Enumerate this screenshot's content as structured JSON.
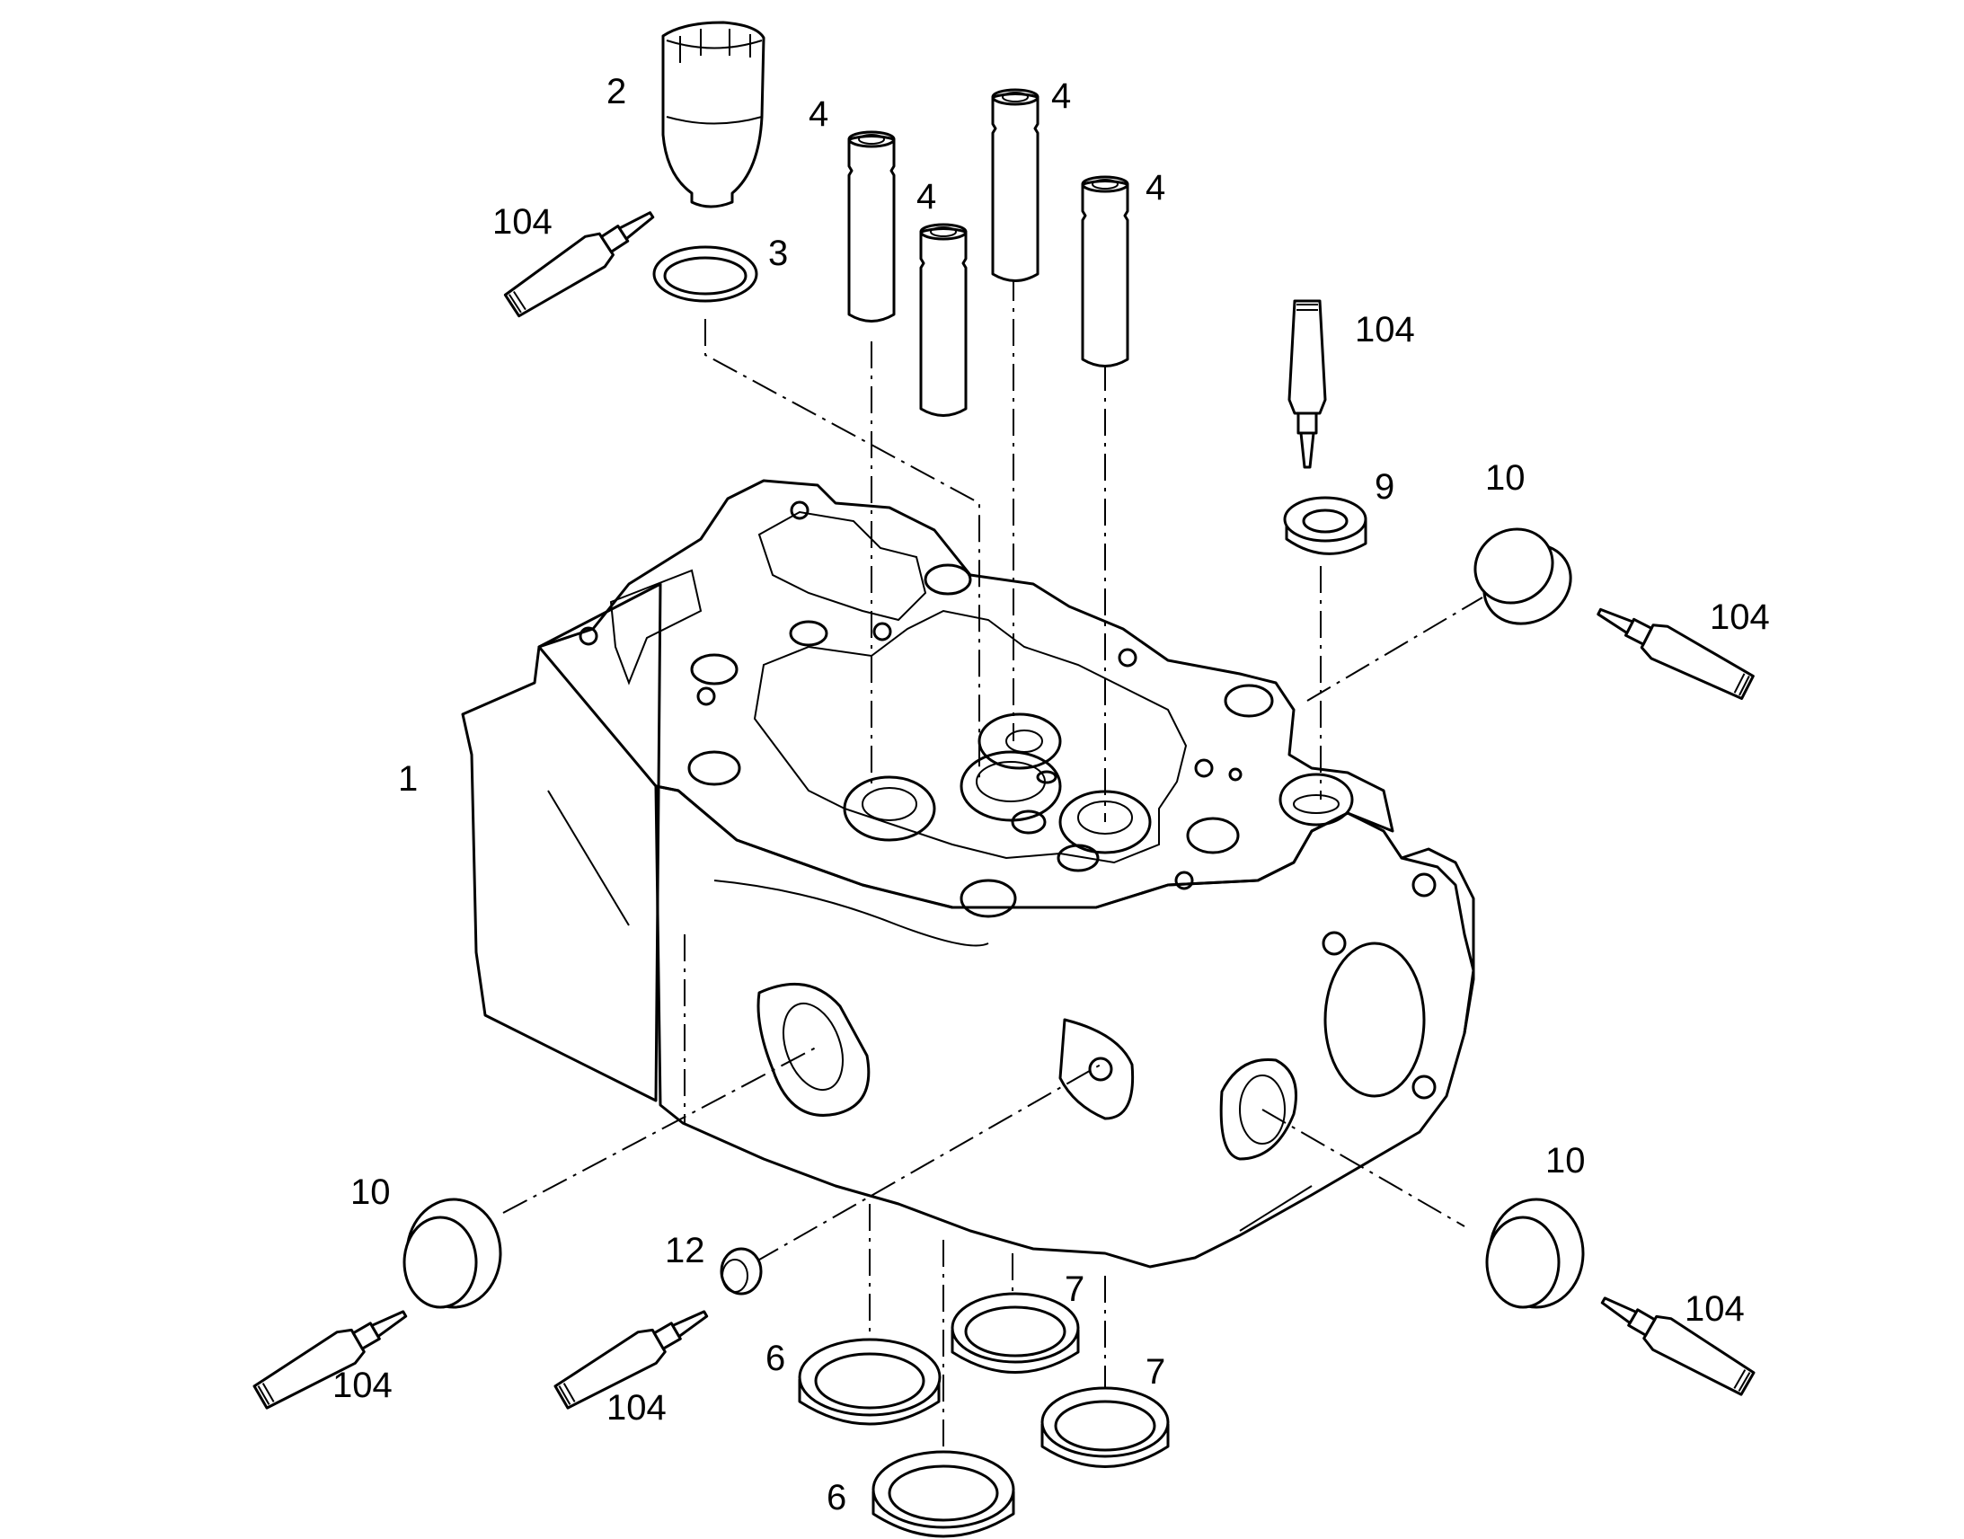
{
  "diagram": {
    "callouts": {
      "part_1": "1",
      "part_2": "2",
      "part_3": "3",
      "part_4a": "4",
      "part_4b": "4",
      "part_4c": "4",
      "part_4d": "4",
      "part_6a": "6",
      "part_6b": "6",
      "part_7a": "7",
      "part_7b": "7",
      "part_9": "9",
      "part_10a": "10",
      "part_10b": "10",
      "part_10c": "10",
      "part_12": "12",
      "part_104a": "104",
      "part_104b": "104",
      "part_104c": "104",
      "part_104d": "104",
      "part_104e": "104",
      "part_104f": "104"
    }
  }
}
